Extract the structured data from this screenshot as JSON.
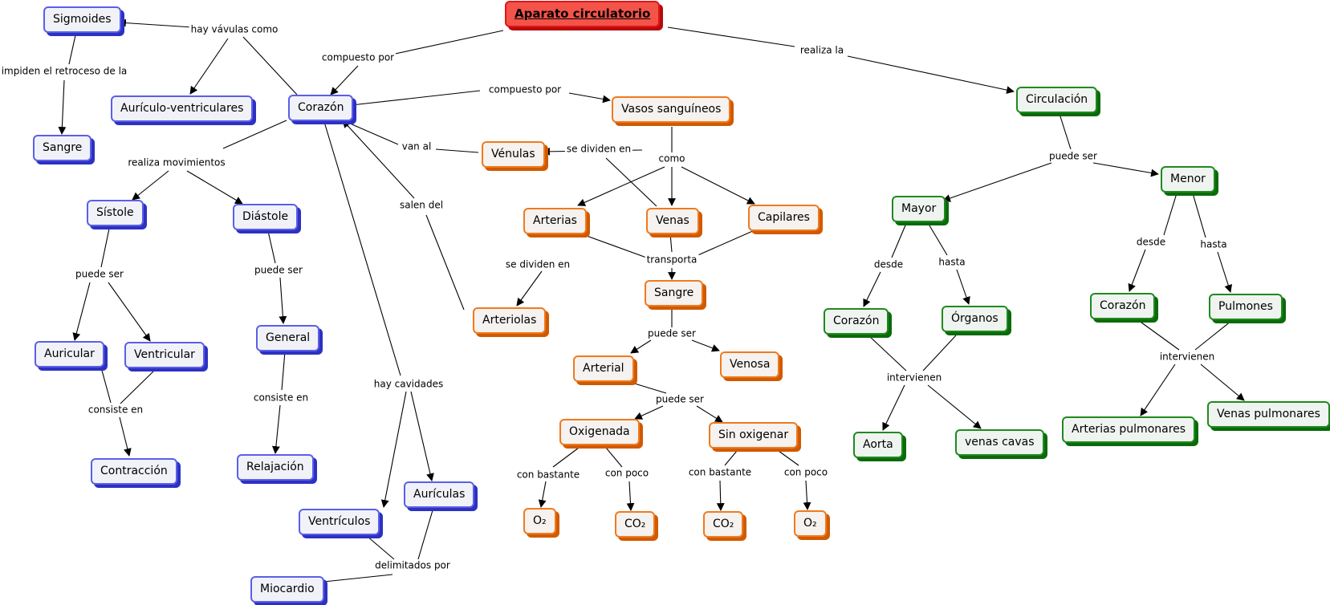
{
  "colors": {
    "blue": "#5b5fe8",
    "orange": "#f07a1e",
    "green": "#1f8a1f",
    "root": "#e01616",
    "edge": "#000000"
  },
  "nodes": {
    "root": "Aparato circulatorio",
    "sigmoides": "Sigmoides",
    "auriculo": "Aurículo-ventriculares",
    "sangre_b": "Sangre",
    "corazon": "Corazón",
    "sistole": "Sístole",
    "diastole": "Diástole",
    "auricular": "Auricular",
    "ventricular": "Ventricular",
    "contraccion": "Contracción",
    "general": "General",
    "relajacion": "Relajación",
    "ventriculos": "Ventrículos",
    "auriculas": "Aurículas",
    "miocardio": "Miocardio",
    "vasos": "Vasos sanguíneos",
    "venulas": "Vénulas",
    "arterias": "Arterias",
    "venas": "Venas",
    "capilares": "Capilares",
    "arteriolas": "Arteriolas",
    "sangre_o": "Sangre",
    "arterial": "Arterial",
    "venosa": "Venosa",
    "oxigenada": "Oxigenada",
    "sinoxigenar": "Sin oxigenar",
    "o2a": "O₂",
    "co2a": "CO₂",
    "co2b": "CO₂",
    "o2b": "O₂",
    "circulacion": "Circulación",
    "mayor": "Mayor",
    "menor": "Menor",
    "corazon_g1": "Corazón",
    "organos": "Órganos",
    "corazon_g2": "Corazón",
    "pulmones": "Pulmones",
    "aorta": "Aorta",
    "venascavas": "venas cavas",
    "artpulm": "Arterias pulmonares",
    "venpulm": "Venas pulmonares"
  },
  "labels": {
    "compuesto1": "compuesto por",
    "realiza": "realiza la",
    "valvulas": "hay vávulas como",
    "impiden": "impiden el retroceso de la",
    "compuesto2": "compuesto por",
    "vanal": "van al",
    "sedividen1": "se dividen en",
    "como": "como",
    "realizamov": "realiza movimientos",
    "saledel": "salen del",
    "puedeser1": "puede ser",
    "puedeser2": "puede ser",
    "consisteen1": "consiste en",
    "consisteen2": "consiste en",
    "hay_cav": "hay cavidades",
    "delimitados": "delimitados por",
    "sedividen2": "se dividen en",
    "transporta": "transporta",
    "puedeser3": "puede ser",
    "puedeser4": "puede ser",
    "conbastante1": "con bastante",
    "conpoco1": "con poco",
    "conbastante2": "con bastante",
    "conpoco2": "con poco",
    "puedeser5": "puede ser",
    "desde1": "desde",
    "hasta1": "hasta",
    "desde2": "desde",
    "hasta2": "hasta",
    "intervienen1": "intervienen",
    "intervienen2": "intervienen"
  }
}
